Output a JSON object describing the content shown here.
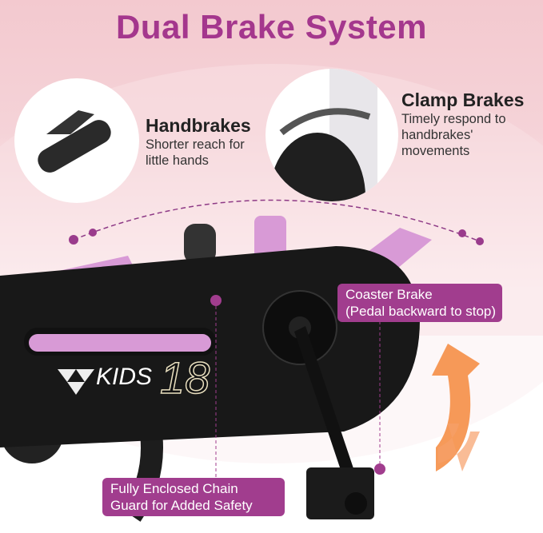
{
  "title": "Dual Brake System",
  "handbrakes": {
    "heading": "Handbrakes",
    "line1": "Shorter reach for",
    "line2": "little hands"
  },
  "clamp": {
    "heading": "Clamp Brakes",
    "line1": "Timely respond to",
    "line2": "handbrakes'",
    "line3": "movements"
  },
  "coaster": {
    "line1": "Coaster Brake",
    "line2": "(Pedal backward to stop)"
  },
  "chainguard": {
    "line1": "Fully Enclosed Chain",
    "line2": "Guard for Added Safety"
  },
  "decal": {
    "brand": "KIDS",
    "size": "18"
  },
  "colors": {
    "accent": "#a13d8e",
    "frame": "#d89ad6",
    "arrow": "#f5883c"
  }
}
